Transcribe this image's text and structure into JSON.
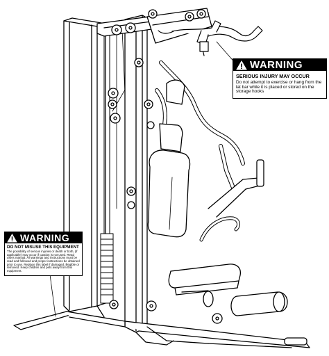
{
  "warning_right": {
    "heading": "WARNING",
    "subheading": "SERIOUS INJURY MAY OCCUR",
    "body": "Do not attempt to exercise or hang from the lat bar while it is placed or stored on the storage hooks"
  },
  "warning_left": {
    "heading": "WARNING",
    "subheading": "DO NOT MISUSE THIS EQUIPMENT",
    "body": "The possibility of serious injuries or death or both, (if applicable) may occur if caution is not used. Read users manual. All warnings and instructions must be read and followed and proper instructions be obtained prior to use. Replace this label if damaged, illegible or removed. Keep children and pets away from this equipment."
  },
  "icons": [
    "warning-triangle-icon"
  ],
  "colors": {
    "line": "#000000",
    "background": "#ffffff",
    "label_header": "#000000",
    "label_header_text": "#ffffff"
  }
}
